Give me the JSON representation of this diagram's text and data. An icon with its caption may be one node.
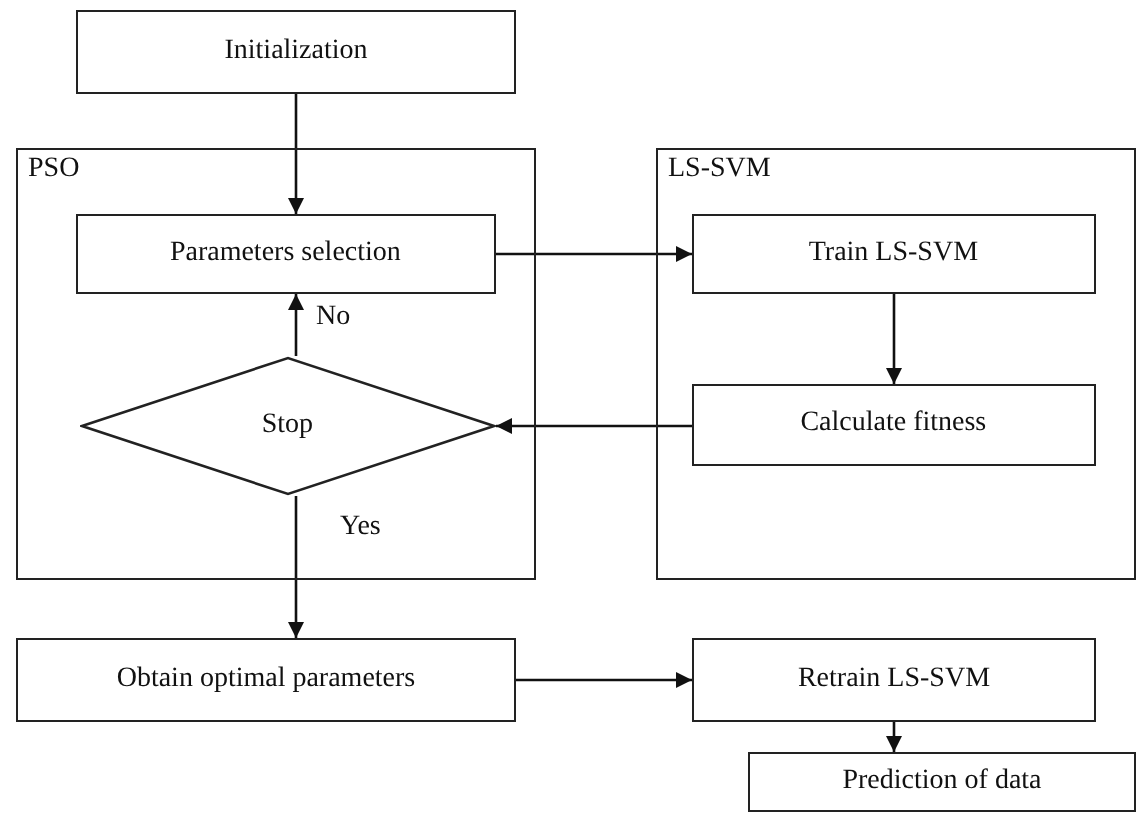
{
  "diagram": {
    "nodes": [
      {
        "text": [
          "Initialization"
        ]
      },
      {
        "text": [
          "PSO"
        ]
      },
      {
        "text": [
          "Parameters selection"
        ],
        "in": 1
      },
      {
        "text": [
          "Stop"
        ],
        "in": 1
      },
      {
        "text": [
          "LS-SVM"
        ]
      },
      {
        "text": [
          "Train LS-SVM"
        ],
        "in": 4
      },
      {
        "text": [
          "Calculate fitness"
        ],
        "in": 4
      },
      {
        "text": [
          "Obtain optimal parameters"
        ]
      },
      {
        "text": [
          "Retrain LS-SVM"
        ]
      },
      {
        "text": [
          "Prediction of data"
        ]
      }
    ],
    "edges": [
      {
        "from": 0,
        "to": 2,
        "arrow": "to"
      },
      {
        "from": 2,
        "to": 5,
        "arrow": "to"
      },
      {
        "from": 5,
        "to": 6,
        "arrow": "to"
      },
      {
        "from": 6,
        "to": 3,
        "arrow": "to"
      },
      {
        "from": 3,
        "to": 2,
        "arrow": "to",
        "label": "No"
      },
      {
        "from": 3,
        "to": 7,
        "arrow": "to",
        "label": "Yes"
      },
      {
        "from": 7,
        "to": 8,
        "arrow": "to"
      },
      {
        "from": 8,
        "to": 9,
        "arrow": "to"
      }
    ]
  }
}
